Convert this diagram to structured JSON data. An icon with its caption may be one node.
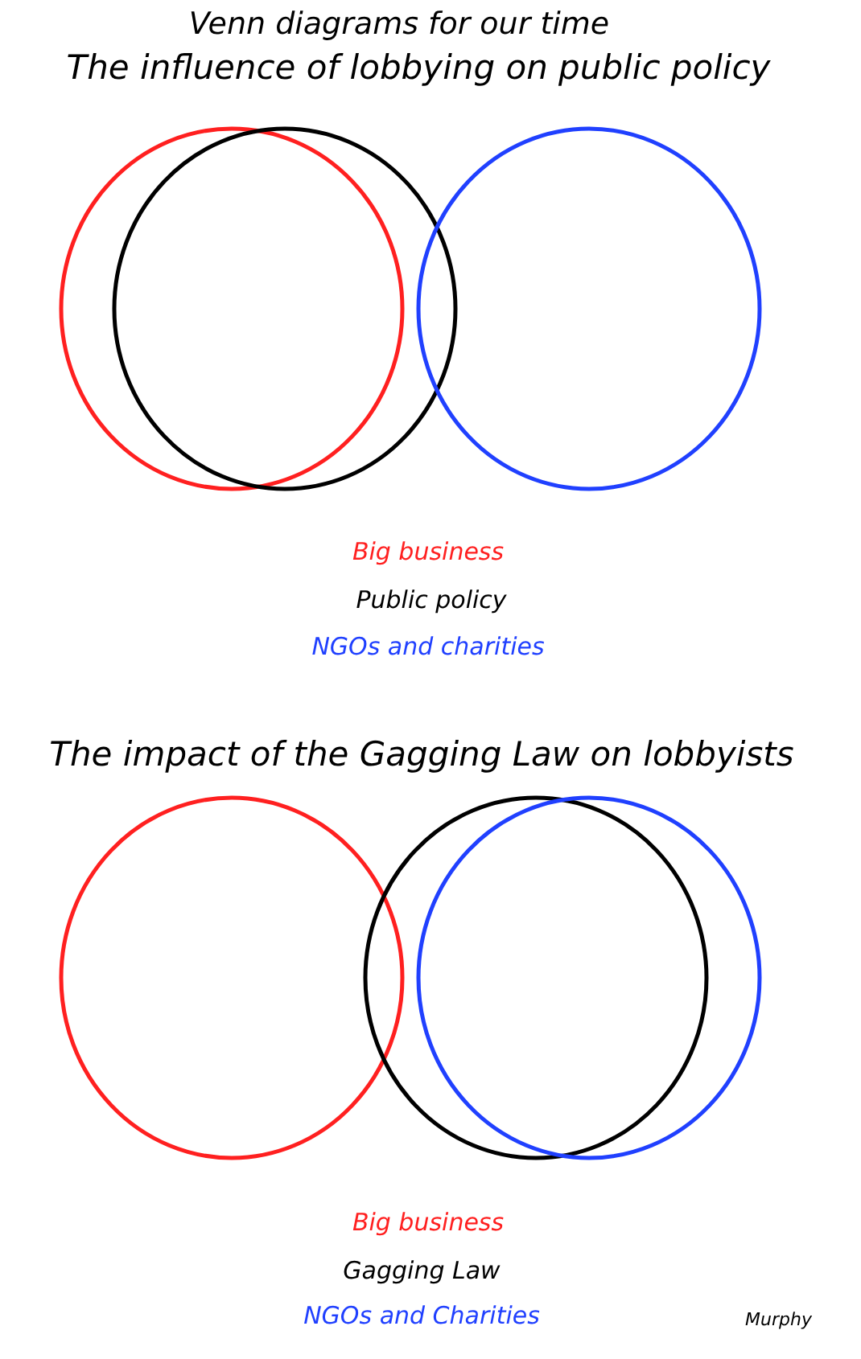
{
  "diagram": {
    "title": "Venn diagrams for our time",
    "nodes": [
      {
        "text": [],
        "shape": "circle"
      },
      {
        "text": [],
        "shape": "circle"
      },
      {
        "text": [],
        "shape": "circle"
      },
      {
        "text": [],
        "shape": "circle"
      },
      {
        "text": [],
        "shape": "circle"
      },
      {
        "text": [],
        "shape": "circle"
      }
    ],
    "edges": [],
    "labels": [
      "The influence of lobbying on public policy",
      "The impact of the Gagging Law  on lobbyists",
      "Murphy"
    ],
    "legend": [
      {
        "text": "Big business",
        "color": "#ff2020"
      },
      {
        "text": "Public policy",
        "color": "#000000"
      },
      {
        "text": "NGOs and charities",
        "color": "#2040ff"
      },
      {
        "text": "Big business",
        "color": "#ff2020"
      },
      {
        "text": "Gagging Law",
        "color": "#000000"
      },
      {
        "text": "NGOs and Charities",
        "color": "#2040ff"
      }
    ]
  }
}
